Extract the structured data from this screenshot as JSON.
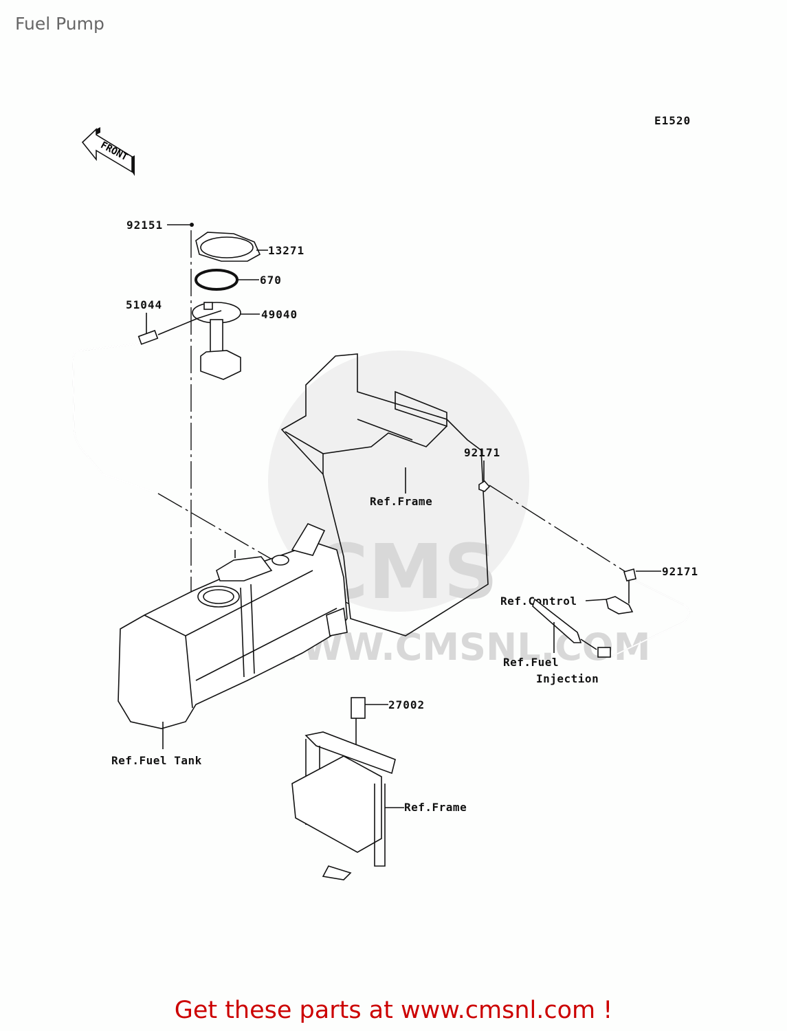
{
  "page": {
    "title": "Fuel Pump",
    "diagram_code": "E1520",
    "front_indicator": "FRONT",
    "footer": "Get these parts at www.cmsnl.com !",
    "footer_color": "#cc0000",
    "watermark": {
      "brand": "CMS",
      "url": "WWW.CMSNL.COM"
    }
  },
  "callouts": [
    {
      "part_no": "92151"
    },
    {
      "part_no": "13271"
    },
    {
      "part_no": "670"
    },
    {
      "part_no": "51044"
    },
    {
      "part_no": "49040"
    },
    {
      "part_no": "92171"
    },
    {
      "part_no": "92171"
    },
    {
      "part_no": "27002"
    }
  ],
  "references": [
    {
      "label": "Ref.Frame"
    },
    {
      "label": "Ref.Control"
    },
    {
      "label": "Ref.Fuel"
    },
    {
      "label": "Injection"
    },
    {
      "label": "Ref.Fuel Tank"
    },
    {
      "label": "Ref.Frame"
    }
  ]
}
